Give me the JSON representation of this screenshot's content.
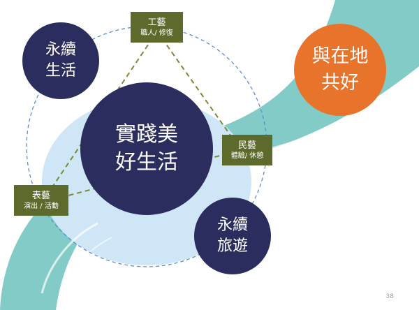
{
  "center": {
    "line1": "實踐美",
    "line2": "好生活"
  },
  "sustainable_life": {
    "line1": "永續",
    "line2": "生活"
  },
  "sustainable_travel": {
    "line1": "永續",
    "line2": "旅遊"
  },
  "local_partnership": {
    "line1": "與在地",
    "line2": "共好"
  },
  "boxes": {
    "craft": {
      "title": "工藝",
      "subtitle": "職人/ 修復"
    },
    "folk": {
      "title": "民藝",
      "subtitle": "體驗/ 休憩"
    },
    "performance": {
      "title": "表藝",
      "subtitle": "演出 / 活動"
    }
  },
  "page_number": "38",
  "colors": {
    "navy": "#2b2d5e",
    "orange": "#e8732b",
    "olive": "#5c6b2b",
    "teal": "#7cc8c4",
    "light_blue": "#cfe6f6",
    "dashed_circle": "#5a8fd0",
    "dashed_triangle": "#7a8a3a"
  }
}
